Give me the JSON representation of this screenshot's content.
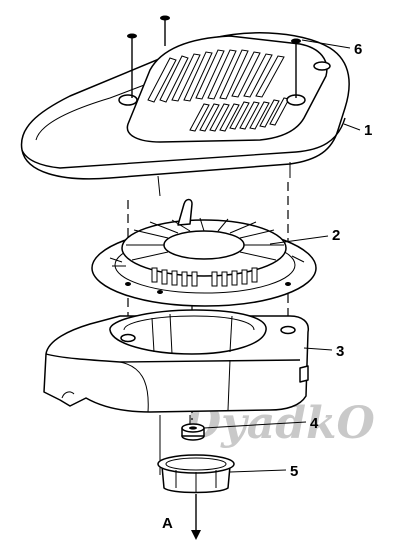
{
  "diagram": {
    "callouts": [
      "1",
      "2",
      "3",
      "4",
      "5",
      "6"
    ],
    "arrow_label": "A",
    "watermark": "DyadkO"
  }
}
